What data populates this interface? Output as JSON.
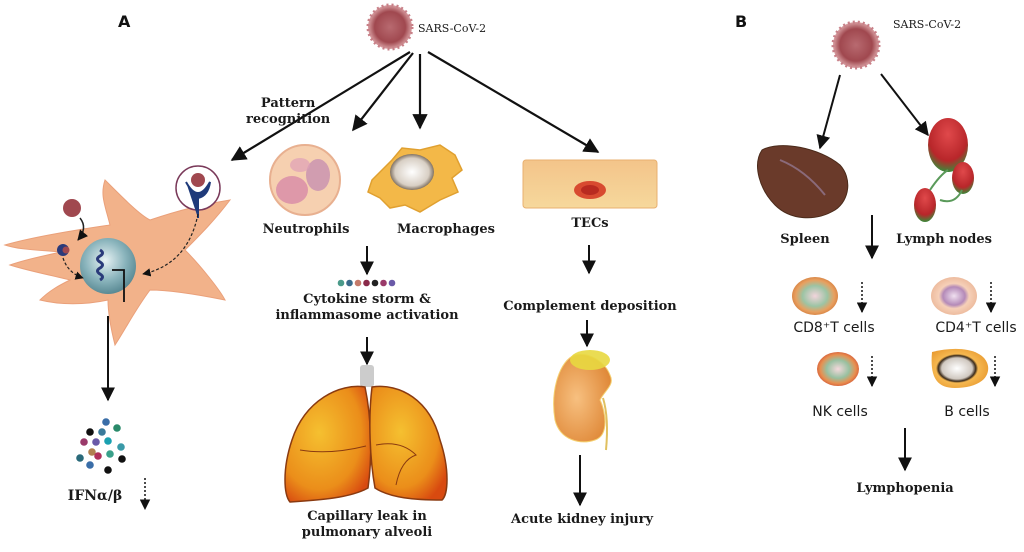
{
  "panels": {
    "a": {
      "label": "A",
      "virus_label": "SARS-CoV-2",
      "pattern_recognition": [
        "Pattern",
        "recognition"
      ],
      "neutrophils": "Neutrophils",
      "macrophages": "Macrophages",
      "tecs": "TECs",
      "cytokine": [
        "Cytokine storm &",
        "inflammasome activation"
      ],
      "complement": "Complement deposition",
      "ifn": "IFNα/β",
      "capillary": [
        "Capillary leak in",
        "pulmonary alveoli"
      ],
      "aki": "Acute kidney injury"
    },
    "b": {
      "label": "B",
      "virus_label": "SARS-CoV-2",
      "spleen": "Spleen",
      "lymph_nodes": "Lymph nodes",
      "cd8": "CD8⁺T cells",
      "cd4": "CD4⁺T cells",
      "nk": "NK cells",
      "bcells": "B cells",
      "lymphopenia": "Lymphopenia"
    }
  },
  "colors": {
    "virus": "#a0484f",
    "cell_body": "#f2b28a",
    "organ_orange": "#e8901e",
    "spleen": "#6a3a2a",
    "lymph_red": "#c0282a",
    "lymph_green": "#3b8a3a",
    "arrow": "#111111"
  },
  "cytokine_dot_colors": [
    "#4a9a8a",
    "#3a6a8a",
    "#c47a6a",
    "#8a2a4a",
    "#222222",
    "#9a3a6a",
    "#6a5aa8"
  ],
  "ifn_dot_colors": [
    "#3a6ea8",
    "#111111",
    "#3a7a9a",
    "#2a8a6a",
    "#9a3a6a",
    "#6a5aa8",
    "#1aa0b0",
    "#3a9aa8",
    "#b08050",
    "#2a6a7a",
    "#b0305a",
    "#111111",
    "#3aa08a"
  ]
}
